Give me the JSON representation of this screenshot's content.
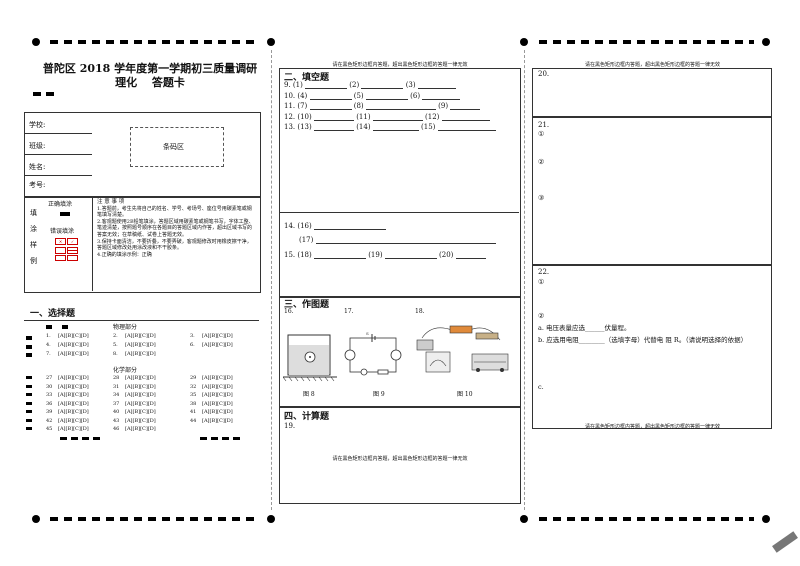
{
  "header": {
    "title_line1": "普陀区 2018 学年度第一学期初三质量调研",
    "title_line2": "理化　 答题卡"
  },
  "info": {
    "school": "学校:",
    "class": "班级:",
    "name": "姓名:",
    "exam_no": "考号:",
    "barcode": "条码区"
  },
  "sample": {
    "side": [
      "填",
      "涂",
      "样",
      "例"
    ],
    "correct": "正确填涂",
    "wrong": "错误填涂"
  },
  "notice": {
    "title": "注 意 事 项",
    "lines": [
      "1.答题前，考生先将自己的姓名、学号、考场号、座位号用碳素笔或钢笔填写清楚。",
      "2.客观题使用2B铅笔填涂，答题区域用碳素笔或钢笔书写，字体工整、笔迹清楚，按照题号顺序在各题目的答题区域内作答，超出区域书写的答案无效；在草稿纸、试卷上答题无效。",
      "3.保持卡面清洁，不要折叠，不要弄破，客观题修改时用橡皮擦干净，答题区域修改处用涂改液和不干胶条。",
      "4.正确的填涂示例：正确"
    ]
  },
  "section1": {
    "title": "一、选择题",
    "physics_label": "物理部分",
    "chem_label": "化学部分",
    "physics": [
      {
        "n": "1.",
        "o": "[A][B][C][D]"
      },
      {
        "n": "2.",
        "o": "[A][B][C][D]"
      },
      {
        "n": "3.",
        "o": "[A][B][C][D]"
      },
      {
        "n": "4.",
        "o": "[A][B][C][D]"
      },
      {
        "n": "5.",
        "o": "[A][B][C][D]"
      },
      {
        "n": "6.",
        "o": "[A][B][C][D]"
      },
      {
        "n": "7.",
        "o": "[A][B][C][D]"
      },
      {
        "n": "8.",
        "o": "[A][B][C][D]"
      }
    ],
    "chem": [
      {
        "n": "27",
        "o": "[A][B][C][D]"
      },
      {
        "n": "28",
        "o": "[A][B][C][D]"
      },
      {
        "n": "29",
        "o": "[A][B][C][D]"
      },
      {
        "n": "30",
        "o": "[A][B][C][D]"
      },
      {
        "n": "31",
        "o": "[A][B][C][D]"
      },
      {
        "n": "32",
        "o": "[A][B][C][D]"
      },
      {
        "n": "33",
        "o": "[A][B][C][D]"
      },
      {
        "n": "34",
        "o": "[A][B][C][D]"
      },
      {
        "n": "35",
        "o": "[A][B][C][D]"
      },
      {
        "n": "36",
        "o": "[A][B][C][D]"
      },
      {
        "n": "37",
        "o": "[A][B][C][D]"
      },
      {
        "n": "38",
        "o": "[A][B][C][D]"
      },
      {
        "n": "39",
        "o": "[A][B][C][D]"
      },
      {
        "n": "40",
        "o": "[A][B][C][D]"
      },
      {
        "n": "41",
        "o": "[A][B][C][D]"
      },
      {
        "n": "42",
        "o": "[A][B][C][D]"
      },
      {
        "n": "43",
        "o": "[A][B][C][D]"
      },
      {
        "n": "44",
        "o": "[A][B][C][D]"
      },
      {
        "n": "45",
        "o": "[A][B][C][D]"
      },
      {
        "n": "46",
        "o": "[A][B][C][D]"
      }
    ]
  },
  "warning": "请在黑色矩形边框内答题，超出黑色矩形边框的答题一律无效",
  "section2": {
    "title": "二、填空题",
    "rows": [
      [
        "9.  (1)",
        "(2)",
        "(3)"
      ],
      [
        "10. (4)",
        "(5)",
        "(6)"
      ],
      [
        "11. (7)",
        "(8)",
        "(9)"
      ],
      [
        "12. (10)",
        "(11)",
        "(12)"
      ],
      [
        "13. (13)",
        "(14)",
        "(15)"
      ]
    ],
    "q14a": "14. (16)",
    "q14b": "(17)",
    "q15": [
      "15. (18)",
      "(19)",
      "(20)"
    ]
  },
  "section3": {
    "title": "三、作图题",
    "nums": [
      "16.",
      "17.",
      "18."
    ],
    "captions": [
      "图 8",
      "图 9",
      "图 10"
    ]
  },
  "section4": {
    "title": "四、计算题",
    "q19": "19."
  },
  "right": {
    "q20": "20.",
    "q21": "21.",
    "q21_marks": [
      "①",
      "②",
      "③"
    ],
    "q22": "22.",
    "q22_marks": [
      "①",
      "②"
    ],
    "q22_a": "a. 电压表量应选______伏量程。",
    "q22_b": "b. 应选用电阻________（选填字母）代替电  阻 R。（请说明选择的依据）",
    "q22_c": "c."
  }
}
